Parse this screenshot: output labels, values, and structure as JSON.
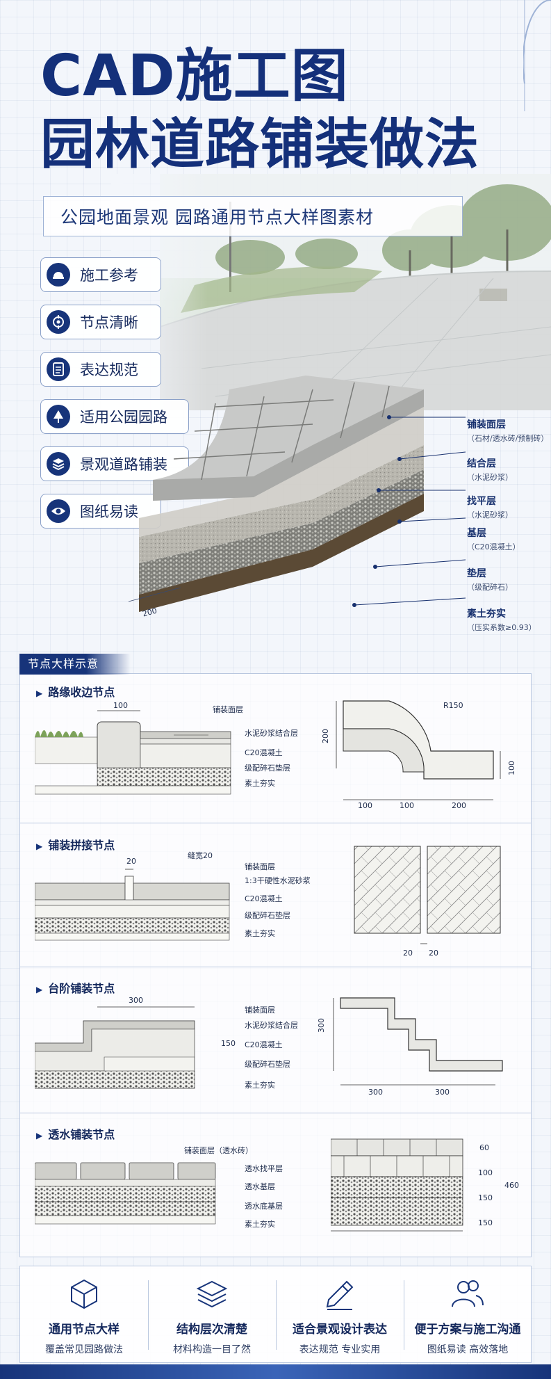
{
  "header": {
    "title_line1": "CAD施工图",
    "title_line2": "园林道路铺装做法",
    "subtitle": "公园地面景观  园路通用节点大样图素材"
  },
  "features": [
    {
      "icon": "hardhat-icon",
      "label": "施工参考"
    },
    {
      "icon": "target-icon",
      "label": "节点清晰"
    },
    {
      "icon": "document-icon",
      "label": "表达规范"
    },
    {
      "icon": "tree-icon",
      "label": "适用公园园路"
    },
    {
      "icon": "layers-icon",
      "label": "景观道路铺装"
    },
    {
      "icon": "eye-icon",
      "label": "图纸易读"
    }
  ],
  "layers": [
    {
      "name": "铺装面层",
      "sub": "（石材/透水砖/预制砖）"
    },
    {
      "name": "结合层",
      "sub": "（水泥砂浆）"
    },
    {
      "name": "找平层",
      "sub": "（水泥砂浆）"
    },
    {
      "name": "基层",
      "sub": "（C20混凝土）"
    },
    {
      "name": "垫层",
      "sub": "（级配碎石）"
    },
    {
      "name": "素土夯实",
      "sub": "（压实系数≥0.93）"
    }
  ],
  "block_dim": "200",
  "node_section": {
    "banner": "节点大样示意",
    "curb": {
      "title": "路缘收边节点",
      "labels": [
        "铺装面层",
        "水泥砂浆结合层",
        "C20混凝土",
        "级配碎石垫层",
        "素土夯实"
      ],
      "dim_top": "100",
      "radius": "R150",
      "dim_left": "200",
      "dim_right": "100",
      "dims_bottom": [
        "100",
        "100",
        "200"
      ]
    },
    "joint": {
      "title": "铺装拼接节点",
      "dim_gap": "20",
      "gap_label": "缝宽20",
      "labels": [
        "铺装面层",
        "1:3干硬性水泥砂浆",
        "C20混凝土",
        "级配碎石垫层",
        "素土夯实"
      ],
      "dims_bottom": [
        "20",
        "20"
      ]
    },
    "step": {
      "title": "台阶铺装节点",
      "dim_top": "300",
      "dim_rise": "150",
      "labels": [
        "铺装面层",
        "水泥砂浆结合层",
        "C20混凝土",
        "级配碎石垫层",
        "素土夯实"
      ],
      "dim_left": "300",
      "dims_bottom": [
        "300",
        "300"
      ]
    },
    "permeable": {
      "title": "透水铺装节点",
      "labels": [
        "铺装面层（透水砖）",
        "透水找平层",
        "透水基层",
        "透水底基层",
        "素土夯实"
      ],
      "dims_right": [
        "60",
        "100",
        "150",
        "150"
      ],
      "dim_total": "460"
    }
  },
  "footer": [
    {
      "icon": "cube-icon",
      "title": "通用节点大样",
      "sub": "覆盖常见园路做法"
    },
    {
      "icon": "stack-icon",
      "title": "结构层次清楚",
      "sub": "材料构造一目了然"
    },
    {
      "icon": "pencil-icon",
      "title": "适合景观设计表达",
      "sub": "表达规范  专业实用"
    },
    {
      "icon": "people-icon",
      "title": "便于方案与施工沟通",
      "sub": "图纸易读  高效落地"
    }
  ]
}
